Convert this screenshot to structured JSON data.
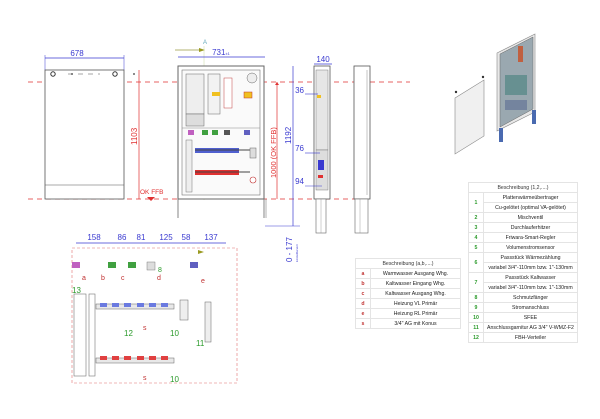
{
  "front_door": {
    "width_label": "678",
    "height_label": "1103",
    "floor_label": "OK FFB"
  },
  "front_open": {
    "section_marker": "A",
    "width_label": "731",
    "width_suffix": "±1",
    "height_floor_label": "1000 (OK FFB)",
    "total_height_label": "1192",
    "adjust_label": "0 - 177",
    "adjust_sub": "Einstellbereich"
  },
  "side_view": {
    "depth_label": "140",
    "dims": [
      "36",
      "76",
      "94"
    ]
  },
  "top_view": {
    "dims": [
      "158",
      "86",
      "81",
      "125",
      "58",
      "137"
    ],
    "connection_letters": [
      "a",
      "b",
      "c",
      "d",
      "e"
    ],
    "part_numbers": [
      "13",
      "8",
      "12",
      "10",
      "11",
      "10",
      "s",
      "s"
    ]
  },
  "legend_letters": {
    "header": "Beschreibung (a,b,....)",
    "rows": [
      {
        "key": "a",
        "text": "Warmwasser Ausgang Whg."
      },
      {
        "key": "b",
        "text": "Kaltwasser Eingang Whg."
      },
      {
        "key": "c",
        "text": "Kaltwasser Ausgang Whg."
      },
      {
        "key": "d",
        "text": "Heizung VL Primär"
      },
      {
        "key": "e",
        "text": "Heizung RL Primär"
      },
      {
        "key": "s",
        "text": "3/4\" AG mit Konus"
      }
    ]
  },
  "legend_numbers": {
    "header": "Beschreibung (1,2,....)",
    "rows": [
      {
        "key": "1",
        "text": "Plattenwärmeübertrager",
        "text2": "Cu-gelötet (optimal VA-gelötet)"
      },
      {
        "key": "2",
        "text": "Mischventil"
      },
      {
        "key": "3",
        "text": "Durchlauferhitzer"
      },
      {
        "key": "4",
        "text": "Friwara-Smart-Regler"
      },
      {
        "key": "5",
        "text": "Volumenstromsensor"
      },
      {
        "key": "6",
        "text": "Passstück Wärmezählung",
        "text2": "variabel 3/4\"-110mm bzw. 1\"-130mm"
      },
      {
        "key": "7",
        "text": "Passstück Kaltwasser",
        "text2": "variabel 3/4\"-110mm bzw. 1\"-130mm"
      },
      {
        "key": "8",
        "text": "Schmutzfänger"
      },
      {
        "key": "9",
        "text": "Stromanschluss"
      },
      {
        "key": "10",
        "text": "SFEE"
      },
      {
        "key": "11",
        "text": "Anschlussgarnitur AG 3/4\" V-WMZ-F2"
      },
      {
        "key": "12",
        "text": "FBH-Verteiler"
      }
    ]
  },
  "colors": {
    "dimension": "#3a3ad0",
    "reference_line": "#e03030",
    "part_number": "#2a9a2a",
    "connection_letter": "#c03030",
    "outline": "#555555"
  }
}
